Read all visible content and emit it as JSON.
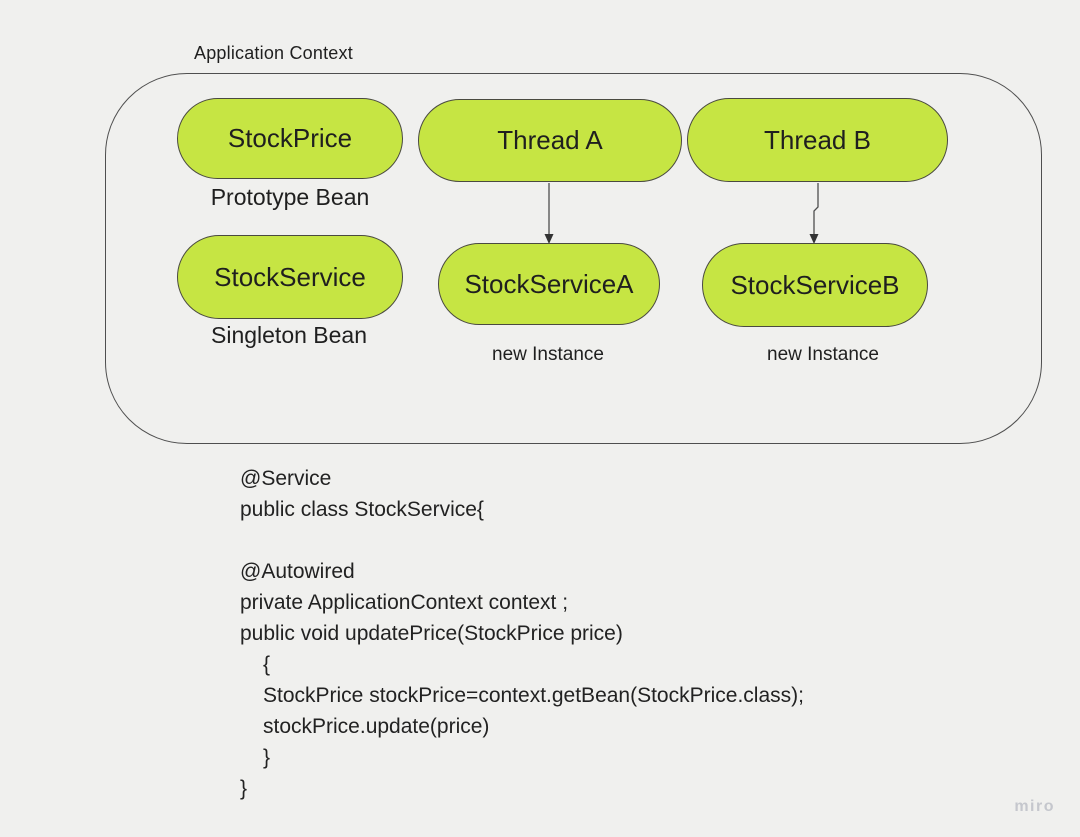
{
  "diagram": {
    "container_label": "Application Context",
    "nodes": [
      {
        "id": "stockprice",
        "label": "StockPrice"
      },
      {
        "id": "thread-a",
        "label": "Thread A"
      },
      {
        "id": "thread-b",
        "label": "Thread B"
      },
      {
        "id": "stockservice",
        "label": "StockService"
      },
      {
        "id": "stockservice-a",
        "label": "StockServiceA"
      },
      {
        "id": "stockservice-b",
        "label": "StockServiceB"
      }
    ],
    "annotations": [
      {
        "id": "prototype-bean",
        "text": "Prototype Bean"
      },
      {
        "id": "singleton-bean",
        "text": "Singleton Bean"
      },
      {
        "id": "new-instance-a",
        "text": "new Instance"
      },
      {
        "id": "new-instance-b",
        "text": "new Instance"
      }
    ],
    "edges": [
      {
        "from": "thread-a",
        "to": "stockservice-a"
      },
      {
        "from": "thread-b",
        "to": "stockservice-b"
      }
    ]
  },
  "code_block": {
    "lines": [
      {
        "text": "@Service",
        "indent": 0
      },
      {
        "text": "public class StockService{",
        "indent": 0
      },
      {
        "text": "",
        "indent": 0
      },
      {
        "text": "@Autowired",
        "indent": 0
      },
      {
        "text": "private ApplicationContext context ;",
        "indent": 0
      },
      {
        "text": "public void updatePrice(StockPrice price)",
        "indent": 0
      },
      {
        "text": "{",
        "indent": 1
      },
      {
        "text": "StockPrice stockPrice=context.getBean(StockPrice.class);",
        "indent": 1
      },
      {
        "text": "stockPrice.update(price)",
        "indent": 1
      },
      {
        "text": "}",
        "indent": 1
      },
      {
        "text": "}",
        "indent": 0
      }
    ]
  },
  "watermark": "miro",
  "colors": {
    "canvas_bg": "#f0f0ee",
    "node_fill": "#c6e543",
    "node_stroke": "#4a4a40",
    "text": "#1f1f1f",
    "line": "#4f4f4f",
    "watermark": "#c5c7cd"
  }
}
